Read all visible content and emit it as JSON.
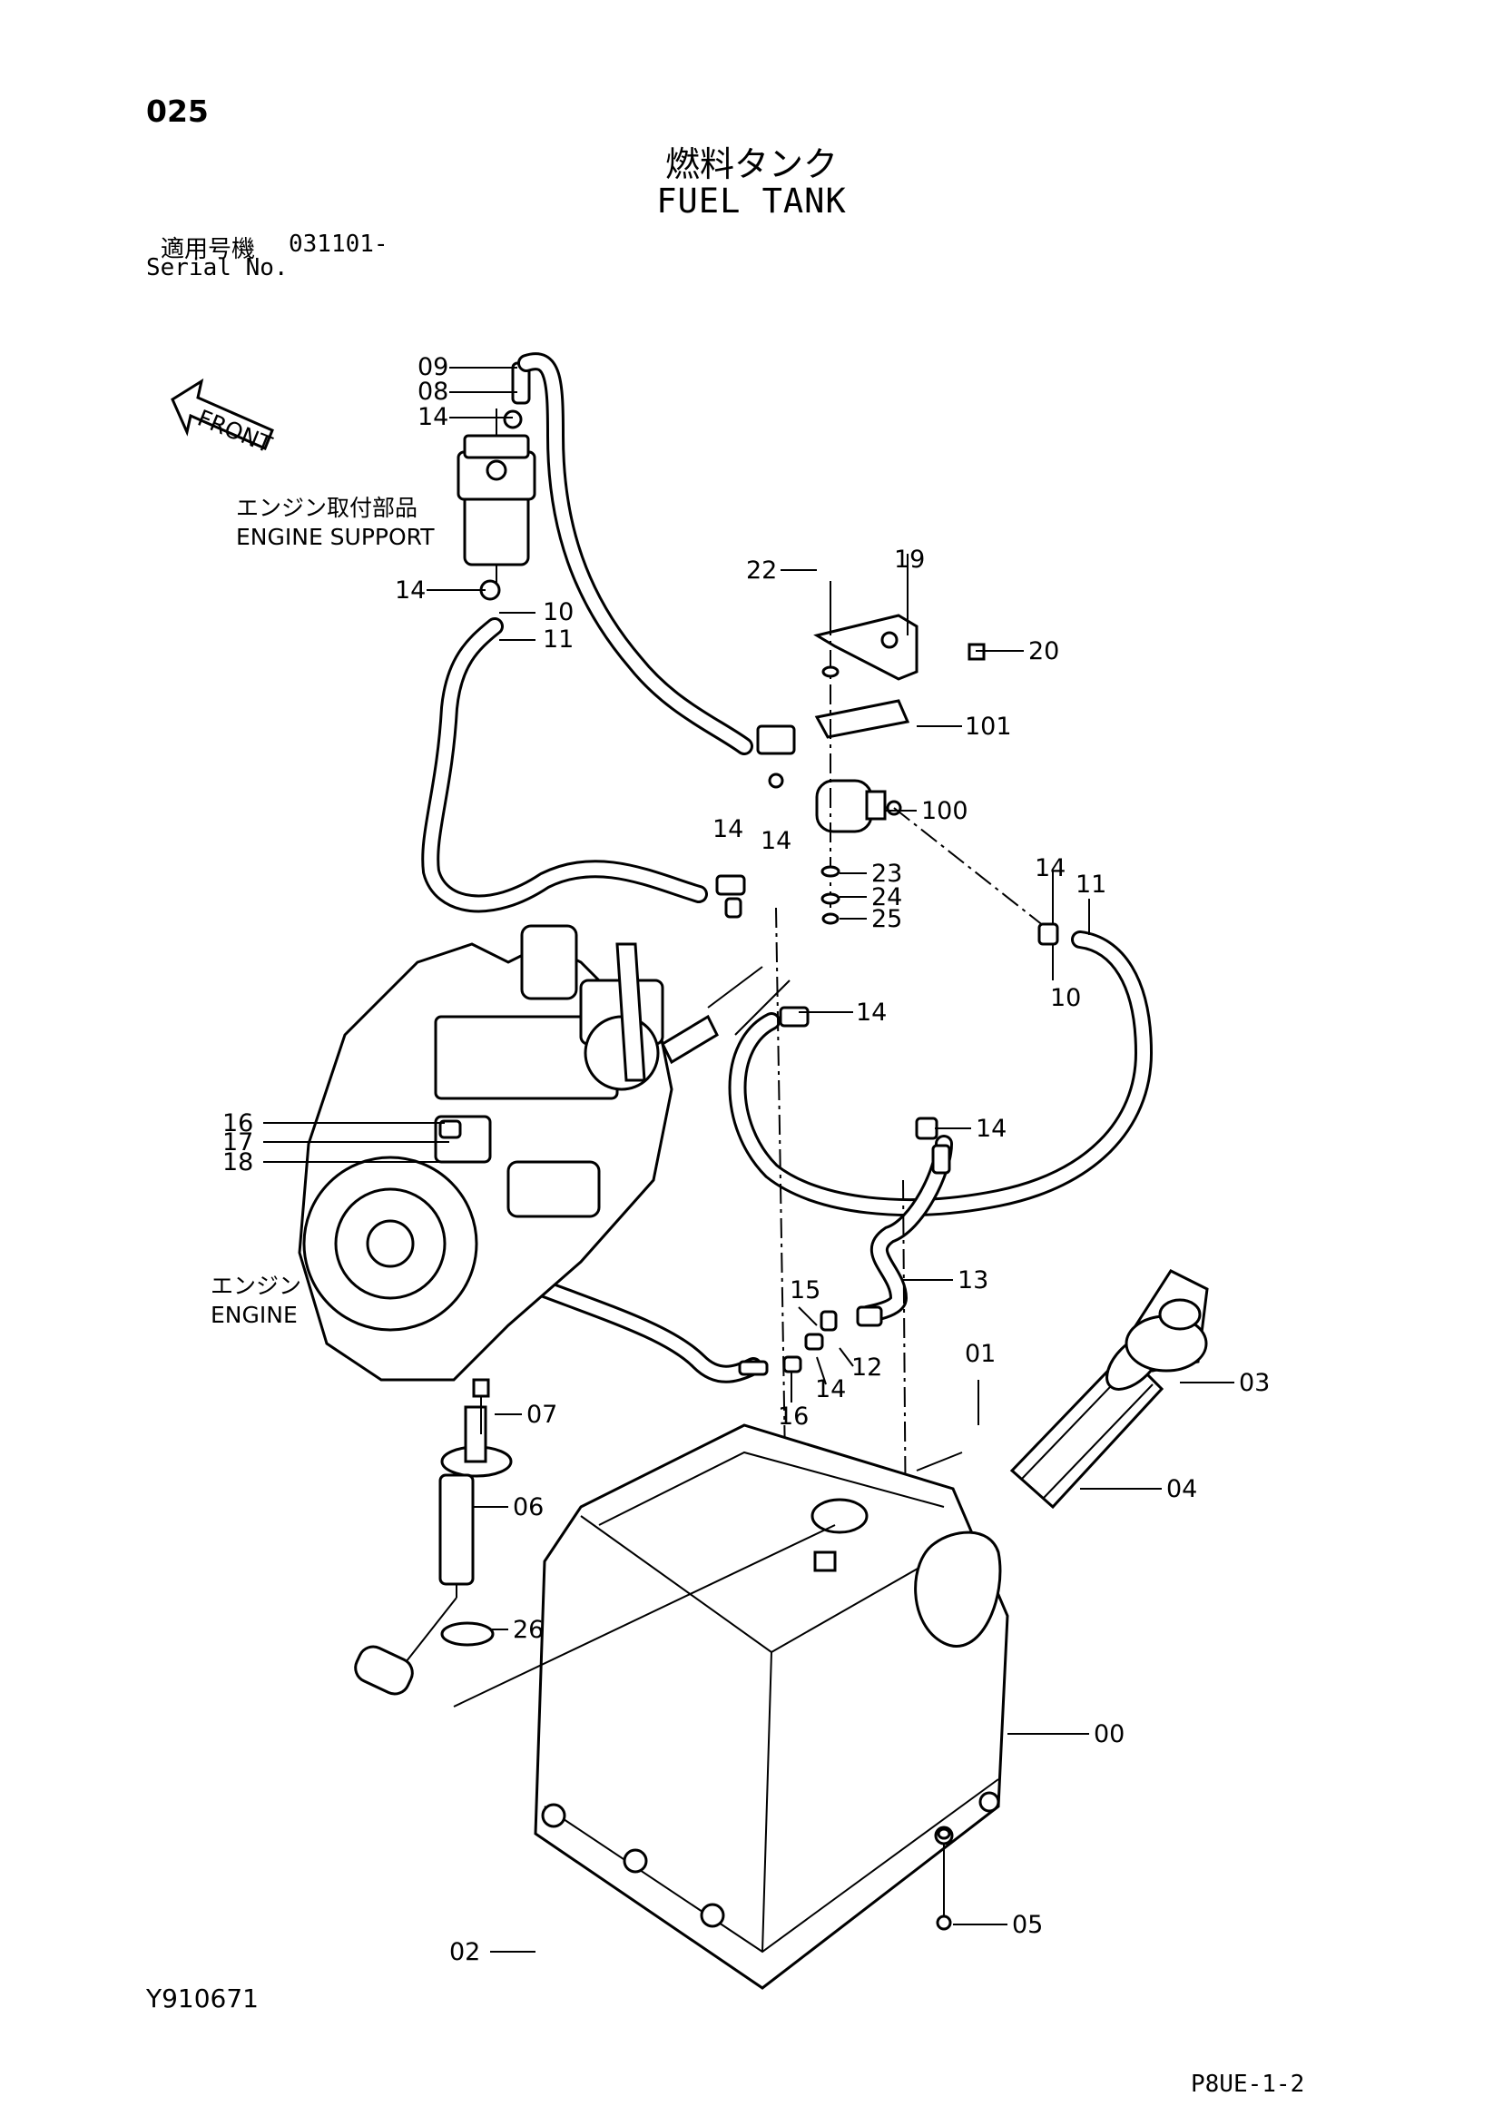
{
  "header": {
    "page_number": "025",
    "title_jp": "燃料タンク",
    "title_en": "FUEL TANK",
    "serial_label_jp": "適用号機",
    "serial_value": "031101-",
    "serial_label_en": "Serial No."
  },
  "footer": {
    "drawing_number": "Y910671",
    "page_code": "P8UE-1-2"
  },
  "annotations": {
    "front": "FRONT",
    "engine_support_jp": "エンジン取付部品",
    "engine_support_en": "ENGINE SUPPORT",
    "engine_jp": "エンジン",
    "engine_en": "ENGINE"
  },
  "callouts": [
    {
      "id": "c09a",
      "text": "09"
    },
    {
      "id": "c08a",
      "text": "08"
    },
    {
      "id": "c14a",
      "text": "14"
    },
    {
      "id": "c14b",
      "text": "14"
    },
    {
      "id": "c10a",
      "text": "10"
    },
    {
      "id": "c11a",
      "text": "11"
    },
    {
      "id": "c22",
      "text": "22"
    },
    {
      "id": "c19",
      "text": "19"
    },
    {
      "id": "c20",
      "text": "20"
    },
    {
      "id": "c101",
      "text": "101"
    },
    {
      "id": "c100",
      "text": "100"
    },
    {
      "id": "c14c",
      "text": "14"
    },
    {
      "id": "c14d",
      "text": "14"
    },
    {
      "id": "c23",
      "text": "23"
    },
    {
      "id": "c24",
      "text": "24"
    },
    {
      "id": "c25",
      "text": "25"
    },
    {
      "id": "c14e",
      "text": "14"
    },
    {
      "id": "c11b",
      "text": "11"
    },
    {
      "id": "c10b",
      "text": "10"
    },
    {
      "id": "c14f",
      "text": "14"
    },
    {
      "id": "c14g",
      "text": "14"
    },
    {
      "id": "c16a",
      "text": "16"
    },
    {
      "id": "c17",
      "text": "17"
    },
    {
      "id": "c18",
      "text": "18"
    },
    {
      "id": "c13",
      "text": "13"
    },
    {
      "id": "c15",
      "text": "15"
    },
    {
      "id": "c12",
      "text": "12"
    },
    {
      "id": "c14h",
      "text": "14"
    },
    {
      "id": "c16b",
      "text": "16"
    },
    {
      "id": "c01",
      "text": "01"
    },
    {
      "id": "c03",
      "text": "03"
    },
    {
      "id": "c07",
      "text": "07"
    },
    {
      "id": "c06",
      "text": "06"
    },
    {
      "id": "c04",
      "text": "04"
    },
    {
      "id": "c26",
      "text": "26"
    },
    {
      "id": "c00",
      "text": "00"
    },
    {
      "id": "c02",
      "text": "02"
    },
    {
      "id": "c05",
      "text": "05"
    }
  ]
}
